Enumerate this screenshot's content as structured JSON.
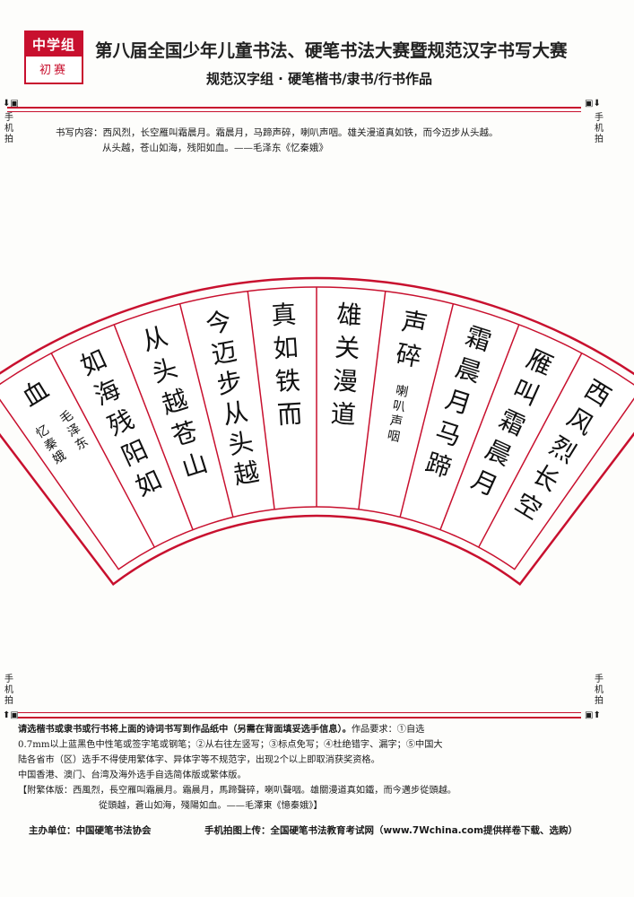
{
  "badge": {
    "level": "中学组",
    "round": "初赛"
  },
  "header": {
    "title": "第八届全国少年儿童书法、硬笔书法大赛暨规范汉字书写大赛",
    "subtitle": "规范汉字组 · 硬笔楷书/隶书/行书作品"
  },
  "side_label": "手机拍",
  "content": {
    "label": "书写内容：",
    "line1": "西风烈，长空雁叫霜晨月。霜晨月，马蹄声碎，喇叭声咽。雄关漫道真如铁，而今迈步从头越。",
    "line2": "从头越，苍山如海，残阳如血。——毛泽东《忆秦娥》"
  },
  "fan": {
    "columns": [
      {
        "main": "西风烈长空"
      },
      {
        "main": "雁叫霜晨月"
      },
      {
        "main": "霜晨月马蹄"
      },
      {
        "main": "声碎",
        "small": "喇叭声咽"
      },
      {
        "main": "雄关漫道"
      },
      {
        "main": "真如铁而"
      },
      {
        "main": "今迈步从头越"
      },
      {
        "main": "从头越苍山"
      },
      {
        "main": "如海残阳如"
      },
      {
        "main": "血",
        "small": "忆秦娥",
        "small2": "毛泽东"
      }
    ]
  },
  "requirements": {
    "lead": "请选楷书或隶书或行书将上面的诗词书写到作品纸中（另需在背面填妥选手信息）。",
    "rules_a": "作品要求：①自选",
    "rules_b": "0.7mm以上蓝黑色中性笔或签字笔或钢笔；②从右往左竖写；③标点免写；④杜绝错字、漏字；⑤中国大",
    "rules_c": "陆各省市（区）选手不得使用繁体字、异体字等不规范字，出现2个以上即取消获奖资格。",
    "rules_d": "中国香港、澳门、台湾及海外选手自选简体版或繁体版。",
    "trad_1": "【附繁体版：西風烈，長空雁叫霜晨月。霜晨月，馬蹄聲碎，喇叭聲咽。雄關漫道真如鐵，而今邁步從頭越。",
    "trad_2": "從頭越，蒼山如海，殘陽如血。——毛澤東《憶秦娥》】"
  },
  "footer": {
    "organizer": "主办单位：中国硬笔书法协会",
    "upload": "手机拍图上传：全国硬笔书法教育考试网（www.7Wchina.com提供样卷下载、选购）"
  },
  "colors": {
    "accent": "#c8102e"
  }
}
